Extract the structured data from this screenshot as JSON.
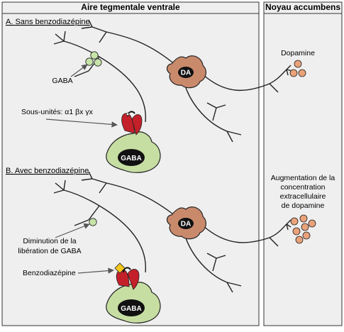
{
  "headers": {
    "left": "Aire tegmentale ventrale",
    "right": "Noyau accumbens"
  },
  "section_a": {
    "title": "A. Sans benzodiazépine",
    "gaba_label": "GABA",
    "subunits_label": "Sous-unités: α1 βx γx",
    "gaba_cell": "GABA",
    "da_cell": "DA",
    "dopamine_label": "Dopamine"
  },
  "section_b": {
    "title": "B. Avec benzodiazépine",
    "diminution_line1": "Diminution de la",
    "diminution_line2": "libération de GABA",
    "benzo_label": "Benzodiazépine",
    "gaba_cell": "GABA",
    "da_cell": "DA",
    "augmentation_line1": "Augmentation de la",
    "augmentation_line2": "concentration",
    "augmentation_line3": "extracellulaire",
    "augmentation_line4": "de dopamine"
  },
  "colors": {
    "panel_bg": "#efefef",
    "gaba_cell": "#c7dea3",
    "da_cell": "#c98a6c",
    "receptor": "#c4202a",
    "vesicle_green": "#c6e3a8",
    "vesicle_orange": "#e9a27a",
    "benzo": "#f2c81e"
  }
}
